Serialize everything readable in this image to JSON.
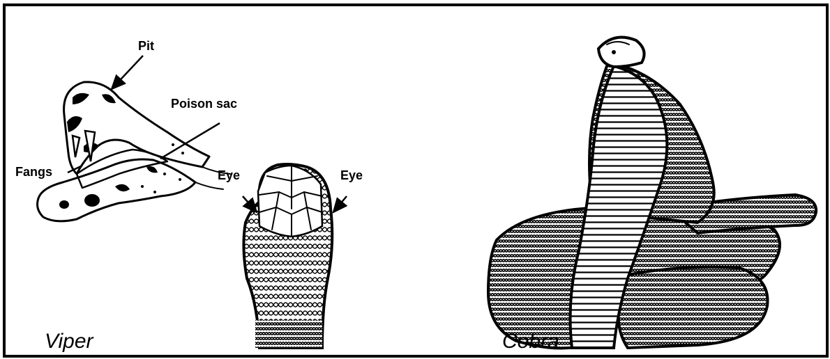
{
  "labels": {
    "pit": "Pit",
    "poison_sac": "Poison sac",
    "fangs": "Fangs",
    "eye_left": "Eye",
    "eye_right": "Eye"
  },
  "captions": {
    "viper": "Viper",
    "cobra": "Cobra"
  },
  "colors": {
    "ink": "#000000",
    "paper": "#ffffff"
  },
  "icons": [
    "viper-head-illustration",
    "snake-head-top-view-illustration",
    "cobra-illustration"
  ]
}
